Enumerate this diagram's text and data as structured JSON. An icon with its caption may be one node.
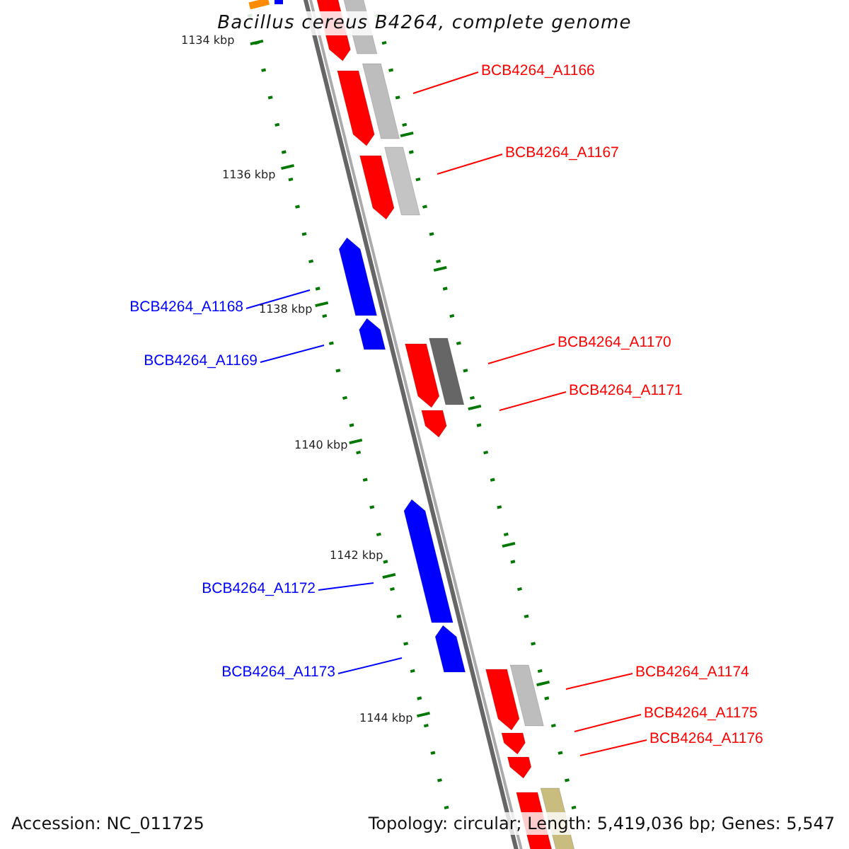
{
  "diagram": {
    "title": "Bacillus cereus B4264, complete genome",
    "nodes": [
      {
        "text": [
          "BCB4264_A1166"
        ]
      },
      {
        "text": [
          "BCB4264_A1167"
        ]
      },
      {
        "text": [
          "BCB4264_A1168"
        ]
      },
      {
        "text": [
          "BCB4264_A1169"
        ]
      },
      {
        "text": [
          "BCB4264_A1170"
        ]
      },
      {
        "text": [
          "BCB4264_A1171"
        ]
      },
      {
        "text": [
          "BCB4264_A1172"
        ]
      },
      {
        "text": [
          "BCB4264_A1173"
        ]
      },
      {
        "text": [
          "BCB4264_A1174"
        ]
      },
      {
        "text": [
          "BCB4264_A1175"
        ]
      },
      {
        "text": [
          "BCB4264_A1176"
        ]
      }
    ],
    "edges": [
      {
        "from": 0,
        "to": null,
        "arrow": "none"
      },
      {
        "from": 1,
        "to": null,
        "arrow": "none"
      },
      {
        "from": 2,
        "to": null,
        "arrow": "none",
        "color": "#0000ff"
      },
      {
        "from": 3,
        "to": null,
        "arrow": "none",
        "color": "#0000ff"
      },
      {
        "from": 4,
        "to": null,
        "arrow": "none"
      },
      {
        "from": 5,
        "to": null,
        "arrow": "none"
      },
      {
        "from": 6,
        "to": null,
        "arrow": "none",
        "color": "#0000ff"
      },
      {
        "from": 7,
        "to": null,
        "arrow": "none",
        "color": "#0000ff"
      },
      {
        "from": 8,
        "to": null,
        "arrow": "none"
      },
      {
        "from": 9,
        "to": null,
        "arrow": "none"
      },
      {
        "from": 10,
        "to": null,
        "arrow": "none"
      }
    ],
    "labels": [
      "1134 kbp",
      "1136 kbp",
      "1138 kbp",
      "1140 kbp",
      "1142 kbp",
      "1144 kbp",
      "Accession: NC_011725",
      "Topology: circular; Length: 5,419,036 bp; Genes: 5,547"
    ]
  }
}
